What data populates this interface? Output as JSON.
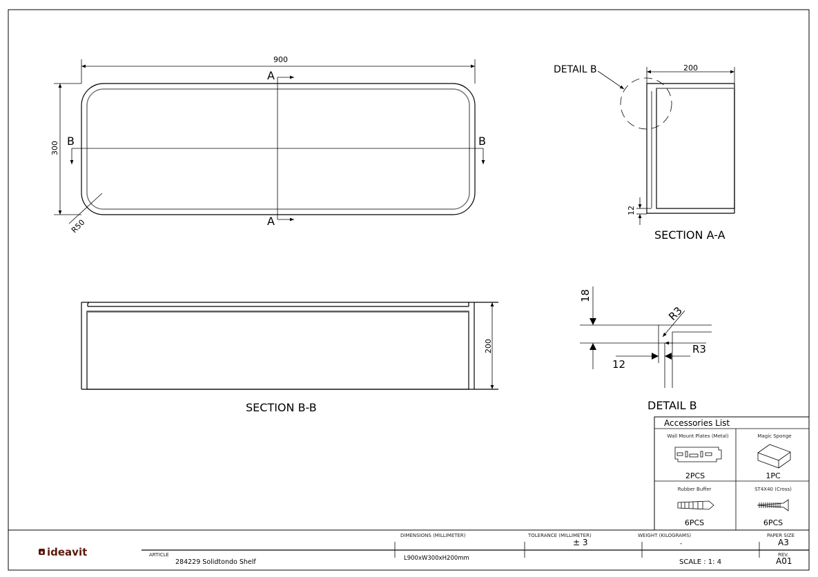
{
  "views": {
    "top": {
      "width_dim": "900",
      "height_dim": "300",
      "radius_dim": "R50",
      "section_a": "A",
      "section_b": "B"
    },
    "section_aa": {
      "title": "SECTION A-A",
      "depth_dim": "200",
      "wall_dim": "12",
      "detail_callout": "DETAIL B"
    },
    "section_bb": {
      "title": "SECTION B-B",
      "height_dim": "200"
    },
    "detail_b": {
      "title": "DETAIL B",
      "thickness_dim": "18",
      "wall_dim": "12",
      "radius_outer": "R3",
      "radius_inner": "R3"
    }
  },
  "accessories": {
    "title": "Accessories List",
    "items": [
      {
        "name": "Wall Mount Plates (Metal)",
        "qty": "2PCS",
        "icon": "wall-plate-icon"
      },
      {
        "name": "Magic Sponge",
        "qty": "1PC",
        "icon": "sponge-icon"
      },
      {
        "name": "Rubber Buffer",
        "qty": "6PCS",
        "icon": "wall-plug-icon"
      },
      {
        "name": "ST4X40 (Cross)",
        "qty": "6PCS",
        "icon": "screw-icon"
      }
    ]
  },
  "title_block": {
    "logo": "ideavit",
    "logo_color": "#5a1a0e",
    "article_label": "ARTICLE",
    "article": "284229 Solidtondo Shelf",
    "dimensions_label": "DIMENSIONS (MILLIMETER)",
    "dimensions": "L900xW300xH200mm",
    "tolerance_label": "TOLERANCE (MILLIMETER)",
    "tolerance": "± 3",
    "weight_label": "WEIGHT (KILOGRAMS)",
    "weight": "-",
    "scale": "SCALE : 1: 4",
    "paper_size_label": "PAPER SIZE",
    "paper_size": "A3",
    "rev_label": "REV.",
    "rev": "A01"
  }
}
